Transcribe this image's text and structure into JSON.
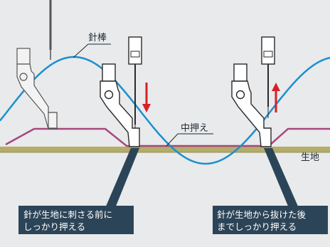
{
  "labels": {
    "needle_bar": "針棒",
    "presser_foot": "中押え",
    "fabric": "生地"
  },
  "callouts": {
    "left": {
      "line1": "針が生地に刺さる前に",
      "line2": "しっかり押える"
    },
    "right": {
      "line1": "針が生地から抜けた後",
      "line2": "までしっかり押える"
    }
  },
  "colors": {
    "background": "#e9eaeb",
    "wave": "#1b8fcf",
    "presser_path": "#a8477e",
    "fabric": "#b4ad6a",
    "callout_box": "#2c4457",
    "arrow": "#d62027",
    "line_dark": "#2a2a2a",
    "foot_fill": "#ffffff"
  }
}
